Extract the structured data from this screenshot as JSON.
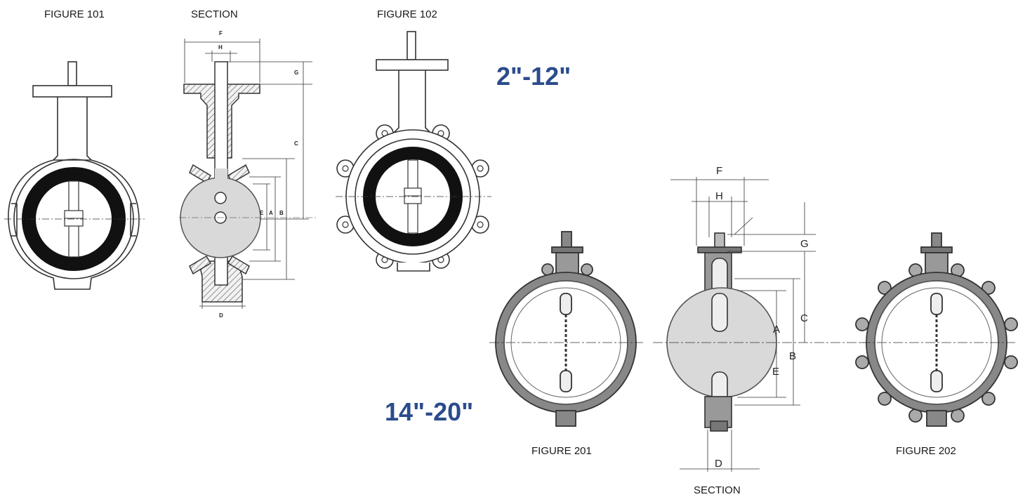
{
  "captions": {
    "fig101": "FIGURE 101",
    "section_top": "SECTION",
    "fig102": "FIGURE 102",
    "fig201": "FIGURE 201",
    "section_bottom": "SECTION",
    "fig202": "FIGURE 202"
  },
  "size_ranges": {
    "small": "2\"-12\"",
    "large": "14\"-20\""
  },
  "dimension_labels": {
    "A": "A",
    "B": "B",
    "C": "C",
    "D": "D",
    "E": "E",
    "F": "F",
    "G": "G",
    "H": "H"
  },
  "colors": {
    "range_text": "#2b4c8c",
    "line": "#333333",
    "disc_fill": "#d9d9d9",
    "seat": "#111111"
  }
}
